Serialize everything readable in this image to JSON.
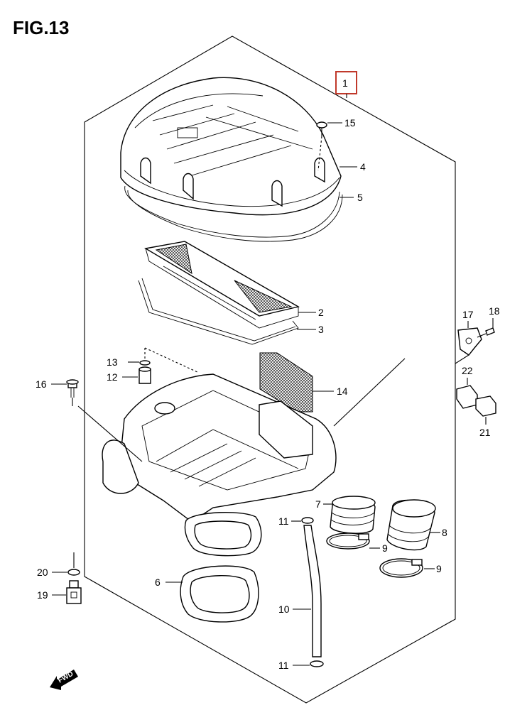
{
  "figure": {
    "title": "FIG.13"
  },
  "callouts": {
    "assembly": "1",
    "p2": "2",
    "p3": "3",
    "p4": "4",
    "p5": "5",
    "p6": "6",
    "p7": "7",
    "p8": "8",
    "p9a": "9",
    "p9b": "9",
    "p10": "10",
    "p11a": "11",
    "p11b": "11",
    "p12": "12",
    "p13": "13",
    "p14": "14",
    "p15": "15",
    "p16": "16",
    "p17": "17",
    "p18": "18",
    "p19": "19",
    "p20": "20",
    "p21": "21",
    "p22": "22"
  },
  "direction_marker": {
    "text": "FWD"
  },
  "colors": {
    "assembly_box": "#c0392b",
    "ink": "#000000"
  }
}
